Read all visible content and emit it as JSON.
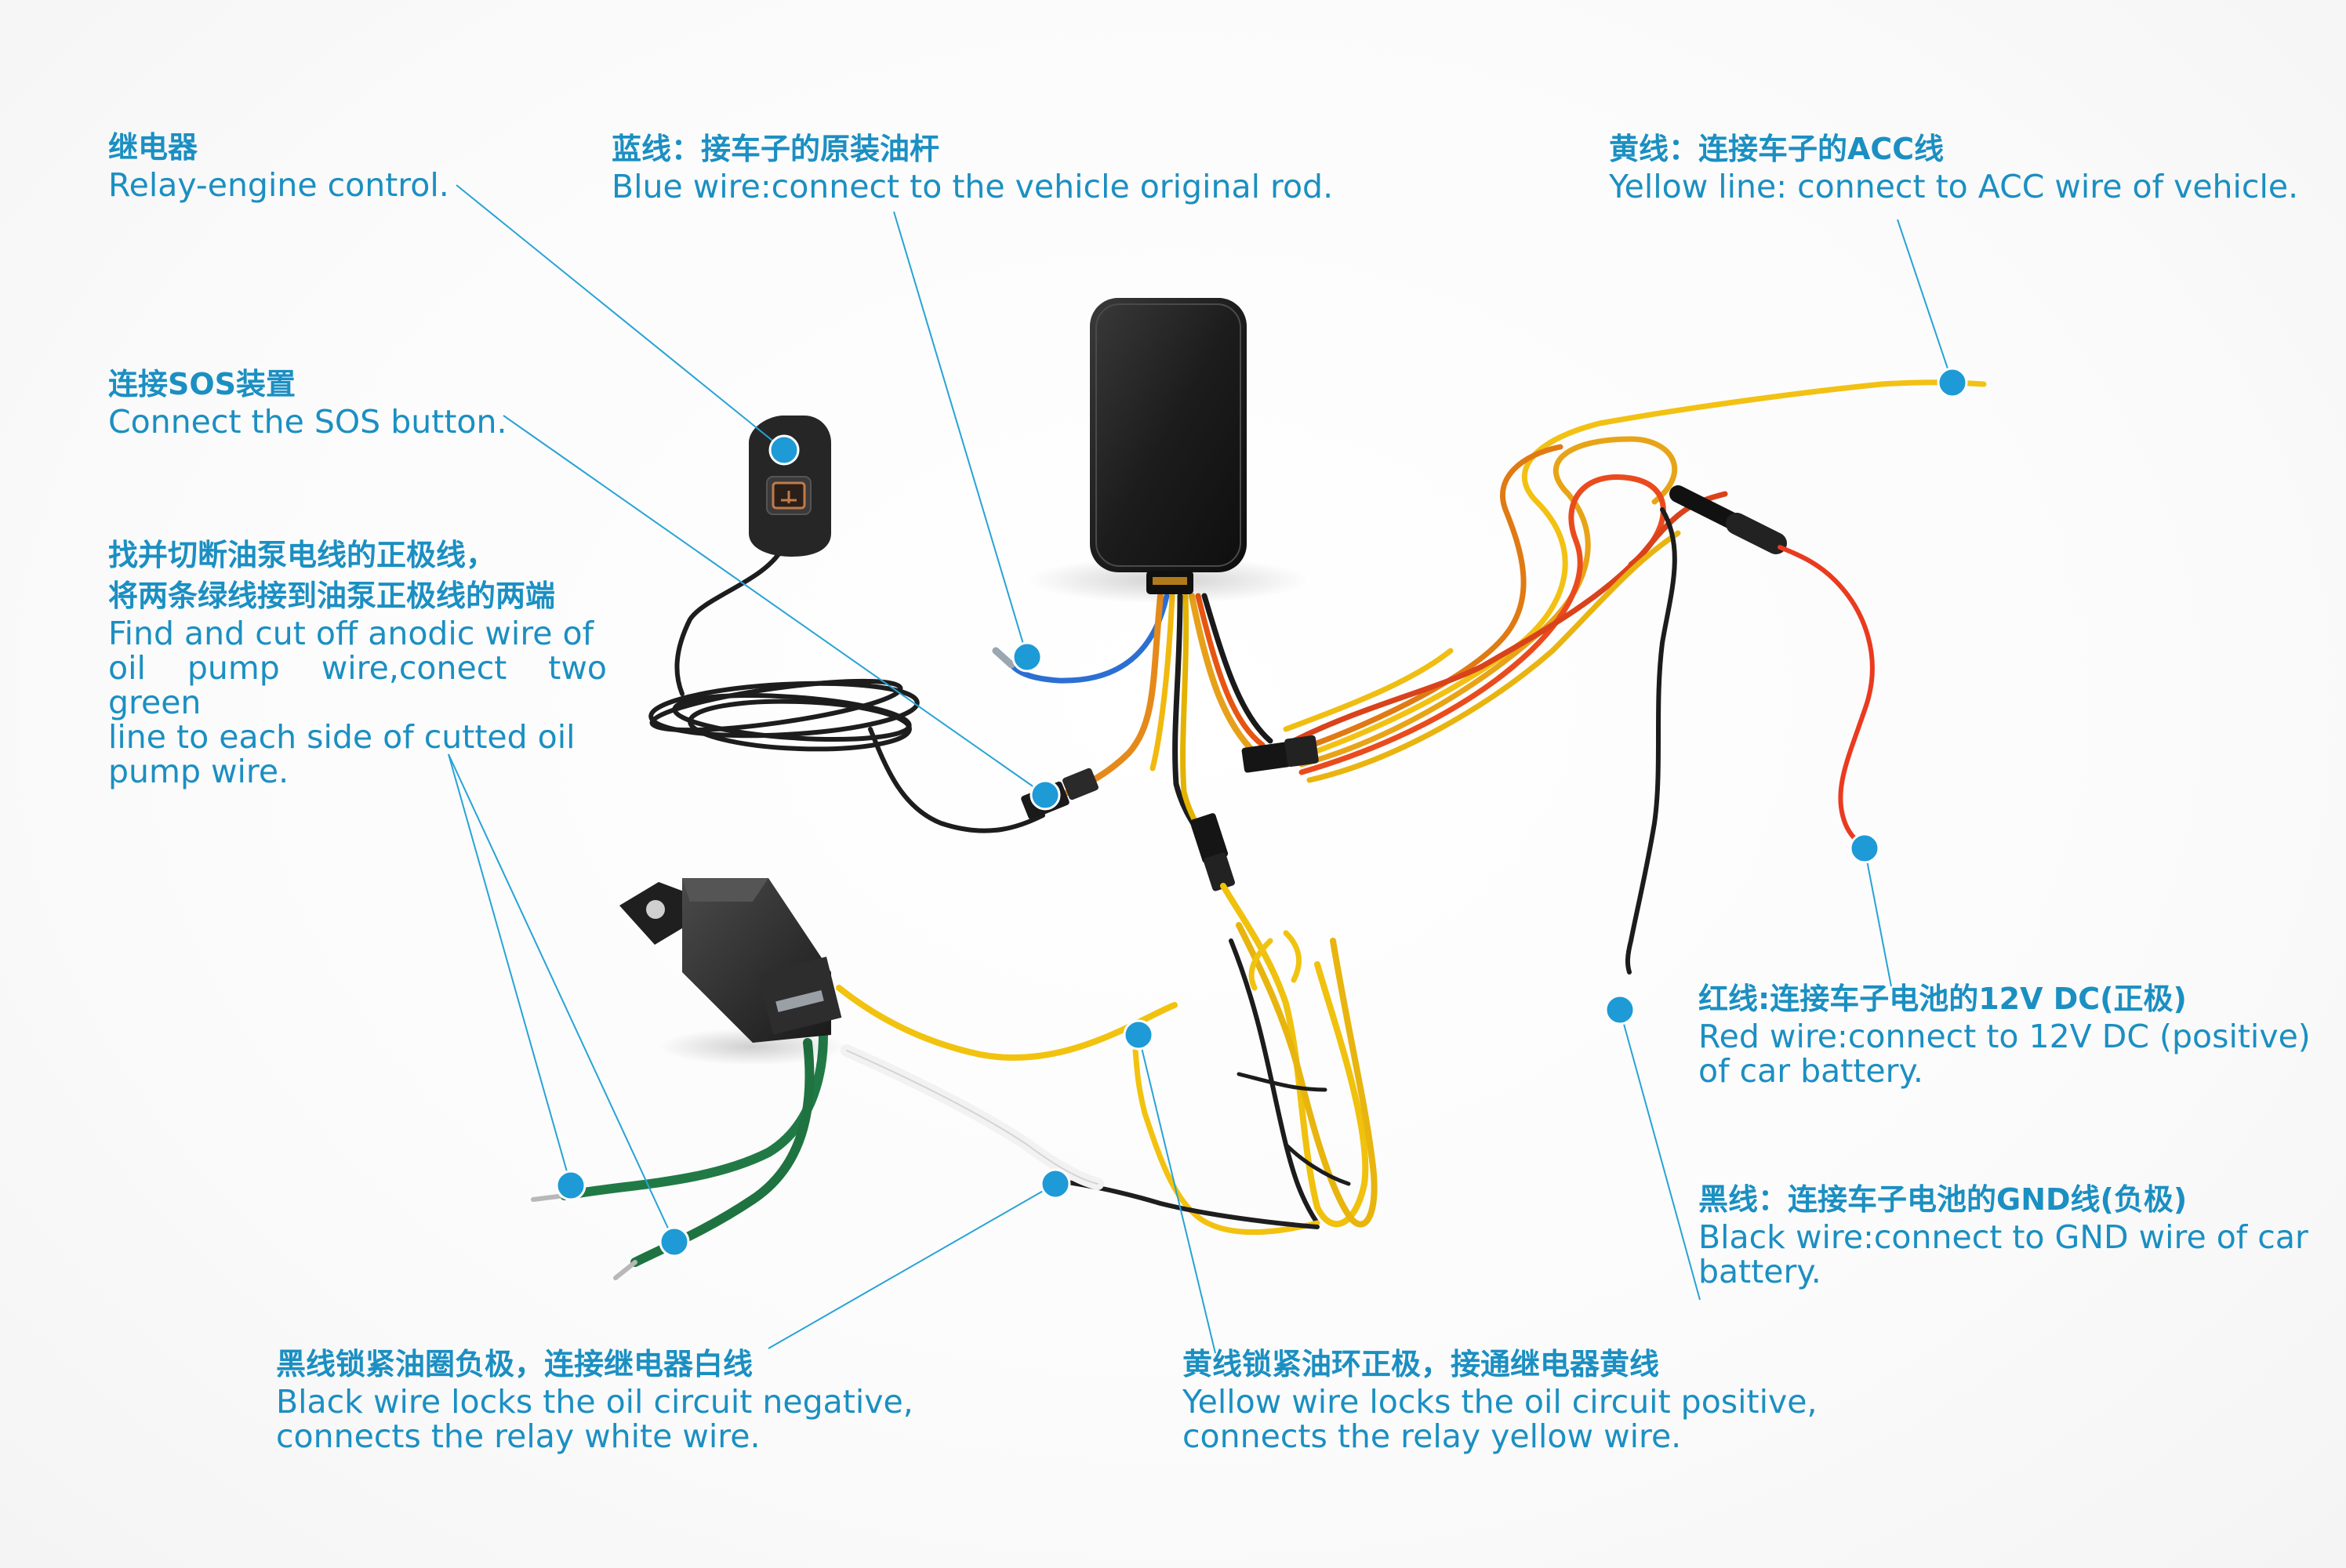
{
  "colors": {
    "label_text": "#1b8fc2",
    "leader_line": "#27a3d6",
    "marker_dot": "#1e9ad6"
  },
  "labels": {
    "relay": {
      "zh": "继电器",
      "en": "Relay-engine control."
    },
    "blue_wire": {
      "zh": "蓝线：接车子的原装油杆",
      "en": "Blue wire:connect to the vehicle original rod."
    },
    "yellow_acc": {
      "zh": "黄线：连接车子的ACC线",
      "en": "Yellow line: connect to ACC wire of vehicle."
    },
    "sos": {
      "zh": "连接SOS装置",
      "en": "Connect the SOS button."
    },
    "oil_pump": {
      "zh_line1": "找并切断油泵电线的正极线，",
      "zh_line2": "将两条绿线接到油泵正极线的两端",
      "en_line1": "Find and cut off anodic wire of",
      "en_line2": "oil pump wire,conect two green",
      "en_line3": "line to each side of cutted oil",
      "en_line4": "pump wire."
    },
    "red_wire": {
      "zh": "红线:连接车子电池的12V DC(正极)",
      "en_line1": "Red wire:connect to 12V DC (positive)",
      "en_line2": "of car battery."
    },
    "black_wire_gnd": {
      "zh": "黑线：连接车子电池的GND线(负极)",
      "en_line1": "Black wire:connect to GND wire of car",
      "en_line2": "battery."
    },
    "black_wire_relay": {
      "zh": "黑线锁紧油圈负极，连接继电器白线",
      "en_line1": "Black wire locks the oil circuit negative,",
      "en_line2": "connects the relay white wire."
    },
    "yellow_wire_relay": {
      "zh": "黄线锁紧油环正极，接通继电器黄线",
      "en_line1": "Yellow wire locks the oil circuit positive,",
      "en_line2": "connects the relay yellow wire."
    }
  }
}
